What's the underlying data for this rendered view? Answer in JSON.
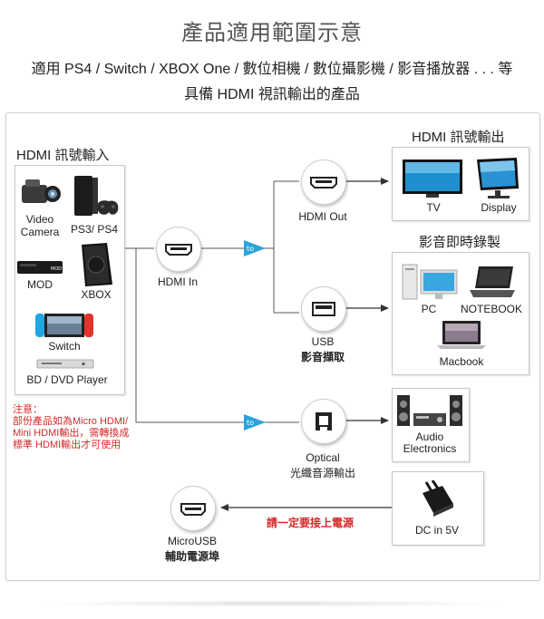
{
  "header": {
    "title": "產品適用範圍示意",
    "line1": "適用 PS4 / Switch / XBOX One / 數位相機 / 數位攝影機 / 影音播放器 . . . 等",
    "line2": "具備 HDMI 視訊輸出的產品"
  },
  "input": {
    "heading": "HDMI 訊號輸入",
    "devices": {
      "video_camera": "Video\nCamera",
      "ps3_ps4": "PS3/ PS4",
      "mod": "MOD",
      "xbox": "XBOX",
      "switch": "Switch",
      "bd_dvd": "BD / DVD Player"
    },
    "mod_badge": "MOD",
    "note": [
      "注意：",
      "部份產品如為Micro HDMI/",
      "Mini HDMI輸出，需轉換成",
      "標準 HDMI輸出才可使用"
    ]
  },
  "ports": {
    "hdmi_in": "HDMI In",
    "hdmi_out": "HDMI Out",
    "usb_line1": "USB",
    "usb_line2": "影音擷取",
    "optical_line1": "Optical",
    "optical_line2": "光纖音源輸出",
    "microusb_line1": "MicroUSB",
    "microusb_line2": "輔助電源埠",
    "to_badge": "to"
  },
  "outputs": {
    "hdmi_heading": "HDMI 訊號輸出",
    "tv": "TV",
    "display": "Display",
    "record_heading": "影音即時錄製",
    "pc": "PC",
    "notebook": "NOTEBOOK",
    "macbook": "Macbook",
    "audio_line1": "Audio",
    "audio_line2": "Electronics",
    "dc": "DC in 5V"
  },
  "power_warning": "請一定要接上電源",
  "colors": {
    "accent_blue": "#2ba3d9",
    "warning_red": "#d62828",
    "line": "#555555"
  }
}
